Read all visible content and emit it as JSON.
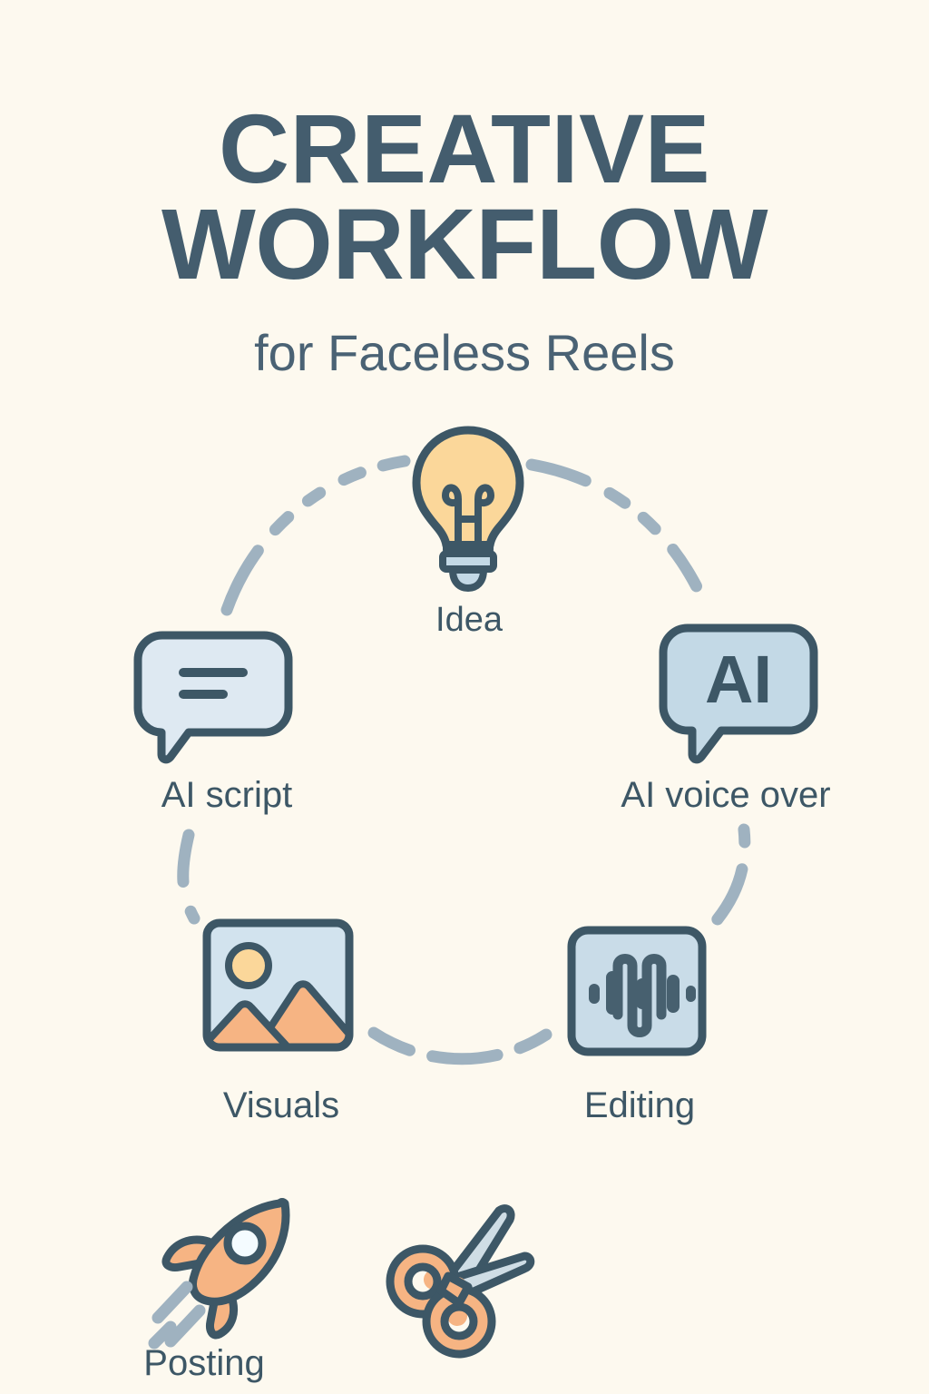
{
  "theme": {
    "background": "#fdf9ef",
    "ink": "#3d5766",
    "ink_title": "#445d6e",
    "accent_peach": "#f6b483",
    "accent_peach_light": "#fac99c",
    "accent_yellow": "#fbd79a",
    "accent_blue": "#c3d9e6",
    "accent_blue_light": "#dce9f2",
    "accent_blue_pale": "#e3eef5",
    "dash_gray": "#9fb2c0",
    "blade_blue": "#cfdde5"
  },
  "header": {
    "title_line_1": "CREATIVE",
    "title_line_2": "WORKFLOW",
    "subtitle": "for Faceless Reels"
  },
  "workflow": {
    "nodes": [
      {
        "id": "idea",
        "label": "Idea",
        "icon": "lightbulb-icon"
      },
      {
        "id": "ai-voice",
        "label": "AI voice over",
        "icon": "speech-bubble-ai-icon",
        "badge": "AI"
      },
      {
        "id": "editing",
        "label": "Editing",
        "icon": "audio-waveform-icon"
      },
      {
        "id": "visuals",
        "label": "Visuals",
        "icon": "image-picture-icon"
      },
      {
        "id": "ai-script",
        "label": "AI script",
        "icon": "speech-bubble-lines-icon"
      }
    ],
    "extras": [
      {
        "id": "posting",
        "label": "Posting",
        "icon": "rocket-icon"
      },
      {
        "id": "scissors",
        "label": "",
        "icon": "scissors-icon"
      }
    ]
  }
}
